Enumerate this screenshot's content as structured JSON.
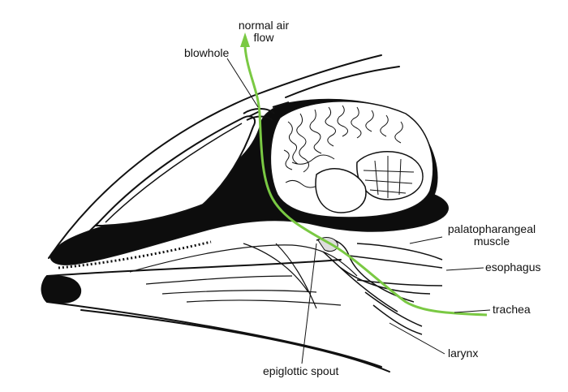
{
  "labels": {
    "normal_air_flow": "normal air\nflow",
    "blowhole": "blowhole",
    "palatopharangeal_muscle": "palatopharangeal\nmuscle",
    "esophagus": "esophagus",
    "trachea": "trachea",
    "larynx": "larynx",
    "epiglottic_spout": "epiglottic spout"
  },
  "colors": {
    "air_flow": "#7ac943",
    "outline": "#111111",
    "fill_dark": "#0d0d0d",
    "background": "#ffffff"
  }
}
